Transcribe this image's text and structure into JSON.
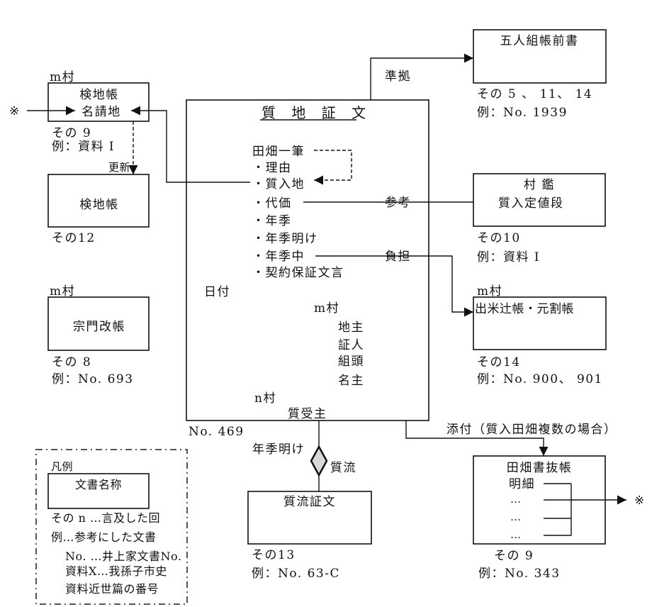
{
  "main_document": {
    "title": "質 地 証 文",
    "items": [
      "田畑一筆",
      "・理由",
      "・質入地",
      "・代価",
      "・年季",
      "・年季明け",
      "・年季中",
      "・契約保証文言"
    ],
    "date_label": "日付",
    "village_m": "m村",
    "signers": [
      "地主",
      "証人",
      "組頭",
      "名主"
    ],
    "village_n": "n村",
    "recipient": "質受主",
    "ref": "No. 469"
  },
  "nodes": {
    "kenchi_nauke": {
      "village": "m村",
      "title": "検地帳",
      "subtitle": "名請地",
      "mention": "その 9",
      "example": "例：資料 I"
    },
    "kenchi_new": {
      "title": "検地帳",
      "mention": "その12"
    },
    "shumon": {
      "village": "m村",
      "title": "宗門改帳",
      "mention": "その 8",
      "example": "例：No. 693"
    },
    "goningumi": {
      "title": "五人組帳前書",
      "mention": "その 5 、 11、 14",
      "example": "例：No. 1939"
    },
    "murakagami": {
      "title": "村 鑑",
      "subtitle": "質入定値段",
      "mention": "その10",
      "example": "例：資料 I"
    },
    "demai": {
      "village": "m村",
      "title": "出米辻帳・元割帳",
      "mention": "その14",
      "example": "例：No. 900、 901"
    },
    "tahata_kakinuki": {
      "title": "田畑書抜帳",
      "detail": "明細",
      "ellipses": [
        "…",
        "…",
        "…"
      ],
      "mention": "その 9",
      "example": "例：No. 343"
    },
    "shichinagare": {
      "title": "質流証文",
      "mention": "その13",
      "example": "例：No. 63-C"
    }
  },
  "edges": {
    "update": "更新",
    "conform": "準拠",
    "reference": "参考",
    "burden": "負担",
    "attach": "添付（質入田畑複数の場合）",
    "term_end": "年季明け",
    "forfeit": "質流",
    "cross_ref_mark": "※"
  },
  "legend": {
    "title": "凡例",
    "box_label": "文書名称",
    "lines": [
      "その n …言及した回",
      "例…参考にした文書",
      "No. …井上家文書No.",
      "資料X…我孫子市史",
      "資料近世篇の番号"
    ]
  }
}
